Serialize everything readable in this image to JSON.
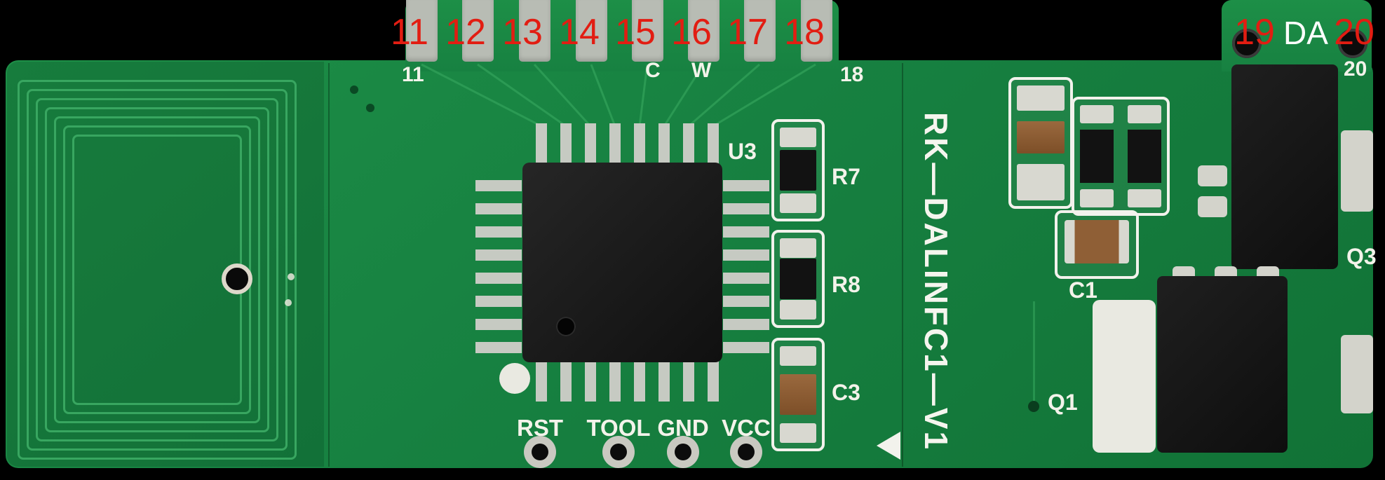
{
  "board": {
    "name": "RK—DALINFC1—V1"
  },
  "red": {
    "top": [
      "11",
      "12",
      "13",
      "14",
      "15",
      "16",
      "17",
      "18"
    ],
    "right": [
      "19",
      "20"
    ]
  },
  "silkscreen": {
    "pin11": "11",
    "pin18": "18",
    "pin20": "20",
    "c": "C",
    "w": "W",
    "da": "DA",
    "u3": "U3",
    "r7": "R7",
    "r8": "R8",
    "c3": "C3",
    "c1": "C1",
    "q1": "Q1",
    "q3": "Q3"
  },
  "programming_pads": [
    "RST",
    "TOOL",
    "GND",
    "VCC"
  ],
  "colors": {
    "board_green": "#178141",
    "coil_trace_green": "#38a660",
    "annotation_red": "#e21d12",
    "silkscreen_white": "#f3f3ea",
    "pad_gray": "#b8bcb4",
    "chip_black": "#161616",
    "capacitor_brown": "#8f5f36"
  }
}
